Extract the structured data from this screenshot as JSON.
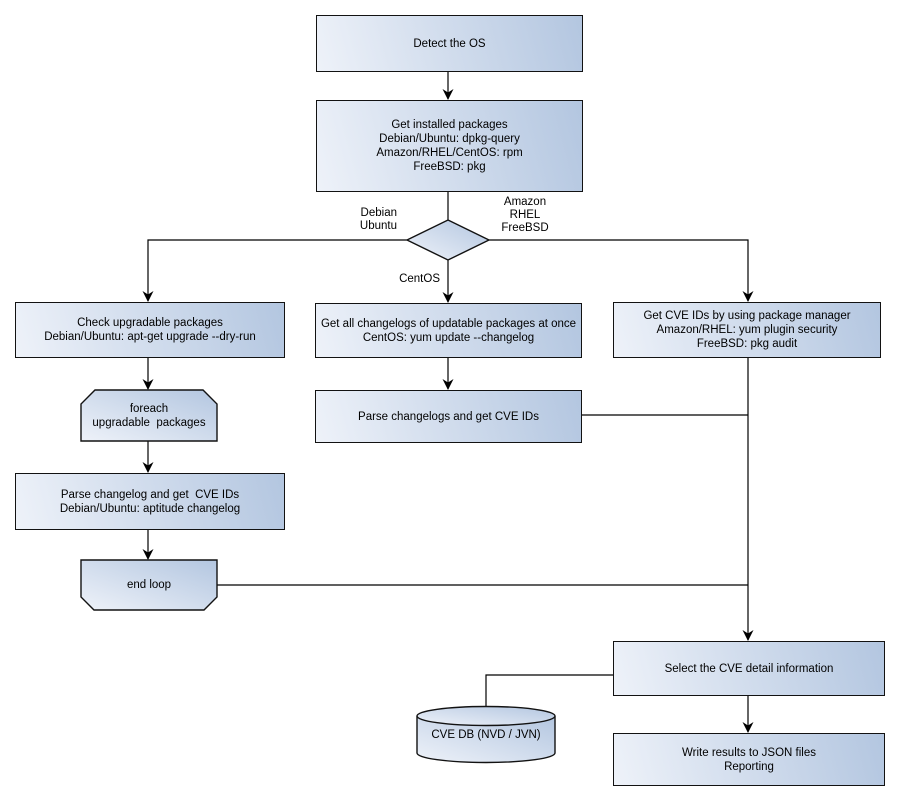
{
  "diagram": {
    "type": "flowchart",
    "nodes": {
      "detect_os": {
        "lines": [
          "Detect the OS"
        ]
      },
      "get_installed_packages": {
        "lines": [
          "Get installed packages",
          "Debian/Ubuntu: dpkg-query",
          "Amazon/RHEL/CentOS: rpm",
          "FreeBSD: pkg"
        ]
      },
      "check_upgradable_packages": {
        "lines": [
          "Check upgradable packages",
          "Debian/Ubuntu: apt-get upgrade --dry-run"
        ]
      },
      "foreach_loop": {
        "lines": [
          "foreach",
          "upgradable  packages"
        ]
      },
      "parse_changelog_debian": {
        "lines": [
          "Parse changelog and get  CVE IDs",
          "Debian/Ubuntu: aptitude changelog"
        ]
      },
      "end_loop": {
        "lines": [
          "end loop"
        ]
      },
      "get_all_changelogs": {
        "lines": [
          "Get all changelogs of updatable packages at once",
          "CentOS: yum update --changelog"
        ]
      },
      "parse_changelogs_centos": {
        "lines": [
          "Parse changelogs and get CVE IDs"
        ]
      },
      "get_cve_ids_pkg_manager": {
        "lines": [
          "Get CVE IDs by using package manager",
          "Amazon/RHEL: yum plugin security",
          "FreeBSD: pkg audit"
        ]
      },
      "select_cve_detail": {
        "lines": [
          "Select the CVE detail information"
        ]
      },
      "cve_db": {
        "lines": [
          "CVE DB (NVD / JVN)"
        ]
      },
      "write_results": {
        "lines": [
          "Write results to JSON files",
          "Reporting"
        ]
      }
    },
    "edge_labels": {
      "debian_ubuntu": {
        "lines": [
          "Debian",
          "Ubuntu"
        ]
      },
      "amazon_rhel_freebsd": {
        "lines": [
          "Amazon",
          "RHEL",
          "FreeBSD"
        ]
      },
      "centos": {
        "label": "CentOS"
      }
    },
    "colors": {
      "node_fill_light": "#eef2f9",
      "node_fill_dark": "#b3c6e0",
      "node_border": "#121212",
      "connector": "#000000",
      "text": "#000000",
      "background": "#ffffff"
    }
  }
}
